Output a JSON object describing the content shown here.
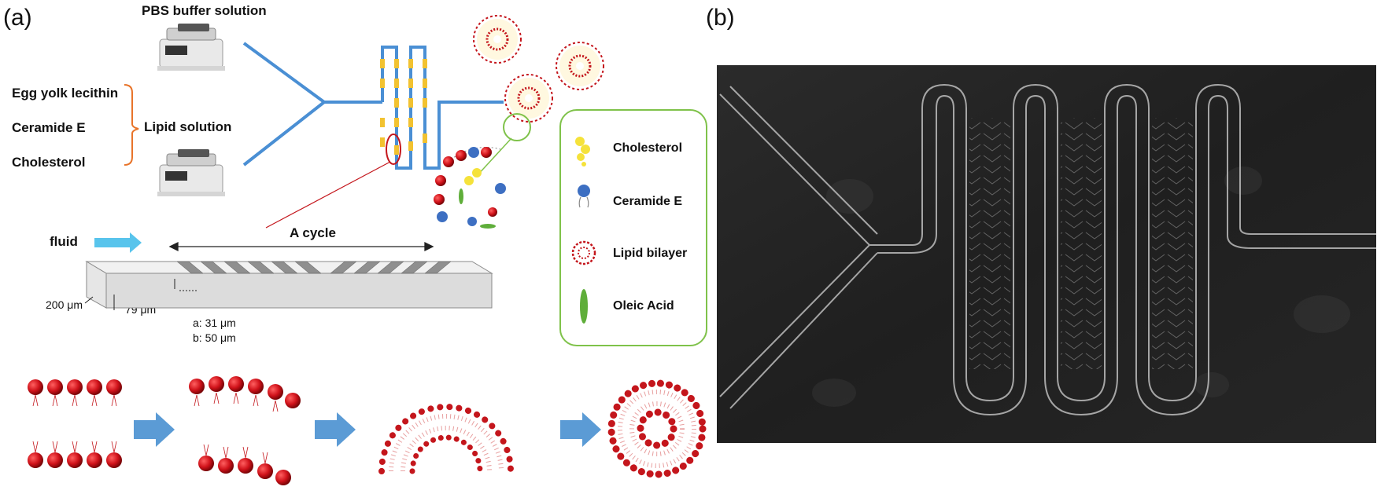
{
  "panels": {
    "a": "(a)",
    "b": "(b)"
  },
  "inputs": {
    "pbs_label": "PBS buffer solution",
    "lipid_label": "Lipid solution",
    "components": [
      "Egg yolk lecithin",
      "Ceramide E",
      "Cholesterol"
    ]
  },
  "channel_schematic": {
    "fluid_label": "fluid",
    "cycle_label": "A cycle",
    "dim_a_mark": "a",
    "dim_b_mark": "b",
    "width": "200 μm",
    "height": "79 μm",
    "a_value": "a: 31 μm",
    "b_value": "b: 50 μm"
  },
  "legend": {
    "items": [
      "Cholesterol",
      "Ceramide E",
      "Lipid bilayer",
      "Oleic Acid"
    ]
  },
  "colors": {
    "channel_blue": "#4a8fd4",
    "mixer_yellow": "#f2c230",
    "lipid_red": "#c4161c",
    "legend_border": "#7fc24a",
    "arrow_blue": "#5b9bd5",
    "bracket_orange": "#e8742a"
  }
}
